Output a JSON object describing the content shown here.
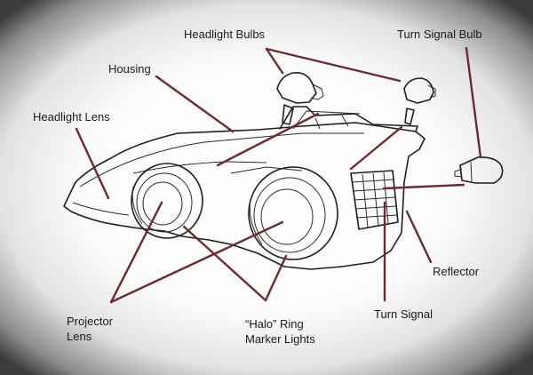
{
  "labels": {
    "headlight_bulbs": "Headlight Bulbs",
    "turn_signal_bulb": "Turn Signal Bulb",
    "housing": "Housing",
    "headlight_lens": "Headlight Lens",
    "reflector": "Reflector",
    "turn_signal": "Turn Signal",
    "projector_lens": [
      "Projector",
      "Lens"
    ],
    "halo_ring": [
      "“Halo” Ring",
      "Marker Lights"
    ]
  },
  "colors": {
    "leader_line": "#6d2a2e",
    "line_art": "#1e1e1e"
  }
}
